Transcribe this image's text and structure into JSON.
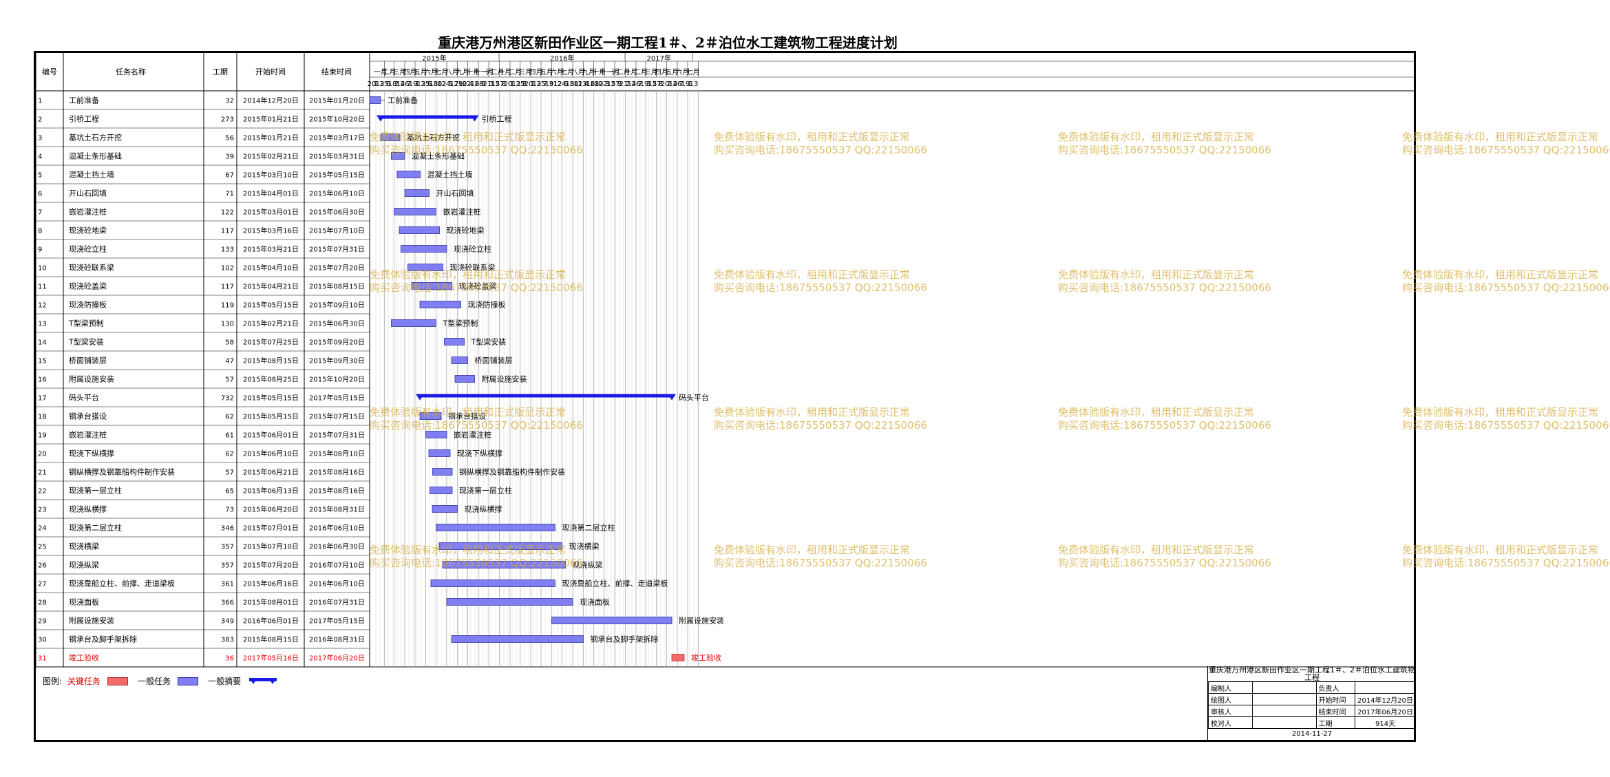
{
  "title": "重庆港万州港区新田作业区一期工程1＃、2＃泊位水工建筑物工程进度计划",
  "columns": {
    "id": "编号",
    "name": "任务名称",
    "duration": "工期",
    "start": "开始时间",
    "end": "结束时间"
  },
  "timeline": {
    "years": [
      "2015年",
      "2016年",
      "2017年"
    ],
    "months": [
      "一月",
      "二月",
      "三月",
      "四月",
      "五月",
      "六月",
      "七月",
      "八月",
      "九月",
      "十月",
      "十一月",
      "十二月",
      "一月",
      "二月",
      "三月",
      "四月",
      "五月",
      "六月",
      "七月",
      "八月",
      "九月",
      "十月",
      "十一月",
      "十二月",
      "一月",
      "二月",
      "三月",
      "四月",
      "五月",
      "六月",
      "七月"
    ],
    "days": [
      "20",
      "1",
      "13",
      "25",
      "6",
      "18",
      "2",
      "14",
      "26",
      "7",
      "19",
      "1",
      "13",
      "25",
      "6",
      "18",
      "30",
      "12",
      "24",
      "5",
      "17",
      "29",
      "10",
      "22",
      "4",
      "16",
      "28",
      "9",
      "21",
      "3",
      "15",
      "27",
      "8",
      "20",
      "1",
      "13",
      "25",
      "8",
      "20",
      "1",
      "13",
      "25",
      "7",
      "19",
      "31",
      "12",
      "24",
      "6",
      "18",
      "30",
      "11",
      "23",
      "4",
      "16",
      "28",
      "10",
      "22",
      "3",
      "15",
      "27",
      "9",
      "21",
      "2",
      "14",
      "26",
      "7",
      "19",
      "3",
      "15",
      "27",
      "8",
      "20",
      "2",
      "14",
      "26",
      "7",
      "19",
      "1",
      "13"
    ]
  },
  "tasks": [
    {
      "id": "1",
      "name": "工前准备",
      "duration": "32",
      "start": "2014年12月20日",
      "end": "2015年01月20日",
      "type": "normal"
    },
    {
      "id": "2",
      "name": "引桥工程",
      "duration": "273",
      "start": "2015年01月21日",
      "end": "2015年10月20日",
      "type": "summary"
    },
    {
      "id": "3",
      "name": "基坑土石方开挖",
      "duration": "56",
      "start": "2015年01月21日",
      "end": "2015年03月17日",
      "type": "normal"
    },
    {
      "id": "4",
      "name": "混凝土条形基础",
      "duration": "39",
      "start": "2015年02月21日",
      "end": "2015年03月31日",
      "type": "normal"
    },
    {
      "id": "5",
      "name": "混凝土挡土墙",
      "duration": "67",
      "start": "2015年03月10日",
      "end": "2015年05月15日",
      "type": "normal"
    },
    {
      "id": "6",
      "name": "开山石回填",
      "duration": "71",
      "start": "2015年04月01日",
      "end": "2015年06月10日",
      "type": "normal"
    },
    {
      "id": "7",
      "name": "嵌岩灌注桩",
      "duration": "122",
      "start": "2015年03月01日",
      "end": "2015年06月30日",
      "type": "normal"
    },
    {
      "id": "8",
      "name": "现浇砼地梁",
      "duration": "117",
      "start": "2015年03月16日",
      "end": "2015年07月10日",
      "type": "normal"
    },
    {
      "id": "9",
      "name": "现浇砼立柱",
      "duration": "133",
      "start": "2015年03月21日",
      "end": "2015年07月31日",
      "type": "normal"
    },
    {
      "id": "10",
      "name": "现浇砼联系梁",
      "duration": "102",
      "start": "2015年04月10日",
      "end": "2015年07月20日",
      "type": "normal"
    },
    {
      "id": "11",
      "name": "现浇砼盖梁",
      "duration": "117",
      "start": "2015年04月21日",
      "end": "2015年08月15日",
      "type": "normal"
    },
    {
      "id": "12",
      "name": "现浇防撞板",
      "duration": "119",
      "start": "2015年05月15日",
      "end": "2015年09月10日",
      "type": "normal"
    },
    {
      "id": "13",
      "name": "T型梁预制",
      "duration": "130",
      "start": "2015年02月21日",
      "end": "2015年06月30日",
      "type": "normal"
    },
    {
      "id": "14",
      "name": "T型梁安装",
      "duration": "58",
      "start": "2015年07月25日",
      "end": "2015年09月20日",
      "type": "normal"
    },
    {
      "id": "15",
      "name": "桥面铺装层",
      "duration": "47",
      "start": "2015年08月15日",
      "end": "2015年09月30日",
      "type": "normal"
    },
    {
      "id": "16",
      "name": "附属设施安装",
      "duration": "57",
      "start": "2015年08月25日",
      "end": "2015年10月20日",
      "type": "normal"
    },
    {
      "id": "17",
      "name": "码头平台",
      "duration": "732",
      "start": "2015年05月15日",
      "end": "2017年05月15日",
      "type": "summary"
    },
    {
      "id": "18",
      "name": "钢承台搭设",
      "duration": "62",
      "start": "2015年05月15日",
      "end": "2015年07月15日",
      "type": "normal"
    },
    {
      "id": "19",
      "name": "嵌岩灌注桩",
      "duration": "61",
      "start": "2015年06月01日",
      "end": "2015年07月31日",
      "type": "normal"
    },
    {
      "id": "20",
      "name": "现浇下纵横撑",
      "duration": "62",
      "start": "2015年06月10日",
      "end": "2015年08月10日",
      "type": "normal"
    },
    {
      "id": "21",
      "name": "钢纵横撑及钢靠船构件制作安装",
      "duration": "57",
      "start": "2015年06月21日",
      "end": "2015年08月16日",
      "type": "normal"
    },
    {
      "id": "22",
      "name": "现浇第一层立柱",
      "duration": "65",
      "start": "2015年06月13日",
      "end": "2015年08月16日",
      "type": "normal"
    },
    {
      "id": "23",
      "name": "现浇纵横撑",
      "duration": "73",
      "start": "2015年06月20日",
      "end": "2015年08月31日",
      "type": "normal"
    },
    {
      "id": "24",
      "name": "现浇第二层立柱",
      "duration": "346",
      "start": "2015年07月01日",
      "end": "2016年06月10日",
      "type": "normal"
    },
    {
      "id": "25",
      "name": "现浇横梁",
      "duration": "357",
      "start": "2015年07月10日",
      "end": "2016年06月30日",
      "type": "normal"
    },
    {
      "id": "26",
      "name": "现浇纵梁",
      "duration": "357",
      "start": "2015年07月20日",
      "end": "2016年07月10日",
      "type": "normal"
    },
    {
      "id": "27",
      "name": "现浇靠船立柱、前撑、走道梁板",
      "duration": "361",
      "start": "2015年06月16日",
      "end": "2016年06月10日",
      "type": "normal"
    },
    {
      "id": "28",
      "name": "现浇面板",
      "duration": "366",
      "start": "2015年08月01日",
      "end": "2016年07月31日",
      "type": "normal"
    },
    {
      "id": "29",
      "name": "附属设施安装",
      "duration": "349",
      "start": "2016年06月01日",
      "end": "2017年05月15日",
      "type": "normal"
    },
    {
      "id": "30",
      "name": "钢承台及脚手架拆除",
      "duration": "383",
      "start": "2015年08月15日",
      "end": "2016年08月31日",
      "type": "normal"
    },
    {
      "id": "31",
      "name": "竣工验收",
      "duration": "36",
      "start": "2017年05月16日",
      "end": "2017年06月20日",
      "type": "critical"
    }
  ],
  "legend": {
    "label": "图例:",
    "critical": "关键任务",
    "normal": "一般任务",
    "summary": "一般摘要"
  },
  "info": {
    "title": "重庆港万州港区新田作业区一期工程1＃、2＃泊位水工建筑物工程",
    "labels": {
      "compiler": "编制人",
      "drafter": "绘图人",
      "reviewer": "审核人",
      "proofreader": "校对人",
      "manager": "负责人",
      "start": "开始时间",
      "end": "结束时间",
      "duration": "工期"
    },
    "start": "2014年12月20日",
    "end": "2017年06月20日",
    "duration": "914天",
    "date": "2014-11-27"
  },
  "watermark": {
    "line1": "免费体验版有水印，租用和正式版显示正常",
    "line2": "购买咨询电话:18675550537 QQ:22150066"
  },
  "colors": {
    "normal_bar": "#7f7ff2",
    "normal_border": "#3030a0",
    "summary_bar": "#1a1ae6",
    "critical_bar": "#f26b6b",
    "critical_text": "#e00000",
    "watermark": "#d6aa3c"
  },
  "chart_data": {
    "type": "gantt",
    "title": "重庆港万州港区新田作业区一期工程1＃、2＃泊位水工建筑物工程进度计划",
    "x_range": [
      "2014-12-20",
      "2017-07-15"
    ],
    "series": [
      {
        "task": "工前准备",
        "start": "2014-12-20",
        "end": "2015-01-20",
        "kind": "normal"
      },
      {
        "task": "引桥工程",
        "start": "2015-01-21",
        "end": "2015-10-20",
        "kind": "summary"
      },
      {
        "task": "基坑土石方开挖",
        "start": "2015-01-21",
        "end": "2015-03-17",
        "kind": "normal"
      },
      {
        "task": "混凝土条形基础",
        "start": "2015-02-21",
        "end": "2015-03-31",
        "kind": "normal"
      },
      {
        "task": "混凝土挡土墙",
        "start": "2015-03-10",
        "end": "2015-05-15",
        "kind": "normal"
      },
      {
        "task": "开山石回填",
        "start": "2015-04-01",
        "end": "2015-06-10",
        "kind": "normal"
      },
      {
        "task": "嵌岩灌注桩",
        "start": "2015-03-01",
        "end": "2015-06-30",
        "kind": "normal"
      },
      {
        "task": "现浇砼地梁",
        "start": "2015-03-16",
        "end": "2015-07-10",
        "kind": "normal"
      },
      {
        "task": "现浇砼立柱",
        "start": "2015-03-21",
        "end": "2015-07-31",
        "kind": "normal"
      },
      {
        "task": "现浇砼联系梁",
        "start": "2015-04-10",
        "end": "2015-07-20",
        "kind": "normal"
      },
      {
        "task": "现浇砼盖梁",
        "start": "2015-04-21",
        "end": "2015-08-15",
        "kind": "normal"
      },
      {
        "task": "现浇防撞板",
        "start": "2015-05-15",
        "end": "2015-09-10",
        "kind": "normal"
      },
      {
        "task": "T型梁预制",
        "start": "2015-02-21",
        "end": "2015-06-30",
        "kind": "normal"
      },
      {
        "task": "T型梁安装",
        "start": "2015-07-25",
        "end": "2015-09-20",
        "kind": "normal"
      },
      {
        "task": "桥面铺装层",
        "start": "2015-08-15",
        "end": "2015-09-30",
        "kind": "normal"
      },
      {
        "task": "附属设施安装",
        "start": "2015-08-25",
        "end": "2015-10-20",
        "kind": "normal"
      },
      {
        "task": "码头平台",
        "start": "2015-05-15",
        "end": "2017-05-15",
        "kind": "summary"
      },
      {
        "task": "钢承台搭设",
        "start": "2015-05-15",
        "end": "2015-07-15",
        "kind": "normal"
      },
      {
        "task": "嵌岩灌注桩",
        "start": "2015-06-01",
        "end": "2015-07-31",
        "kind": "normal"
      },
      {
        "task": "现浇下纵横撑",
        "start": "2015-06-10",
        "end": "2015-08-10",
        "kind": "normal"
      },
      {
        "task": "钢纵横撑及钢靠船构件制作安装",
        "start": "2015-06-21",
        "end": "2015-08-16",
        "kind": "normal"
      },
      {
        "task": "现浇第一层立柱",
        "start": "2015-06-13",
        "end": "2015-08-16",
        "kind": "normal"
      },
      {
        "task": "现浇纵横撑",
        "start": "2015-06-20",
        "end": "2015-08-31",
        "kind": "normal"
      },
      {
        "task": "现浇第二层立柱",
        "start": "2015-07-01",
        "end": "2016-06-10",
        "kind": "normal"
      },
      {
        "task": "现浇横梁",
        "start": "2015-07-10",
        "end": "2016-06-30",
        "kind": "normal"
      },
      {
        "task": "现浇纵梁",
        "start": "2015-07-20",
        "end": "2016-07-10",
        "kind": "normal"
      },
      {
        "task": "现浇靠船立柱、前撑、走道梁板",
        "start": "2015-06-16",
        "end": "2016-06-10",
        "kind": "normal"
      },
      {
        "task": "现浇面板",
        "start": "2015-08-01",
        "end": "2016-07-31",
        "kind": "normal"
      },
      {
        "task": "附属设施安装",
        "start": "2016-06-01",
        "end": "2017-05-15",
        "kind": "normal"
      },
      {
        "task": "钢承台及脚手架拆除",
        "start": "2015-08-15",
        "end": "2016-08-31",
        "kind": "normal"
      },
      {
        "task": "竣工验收",
        "start": "2017-05-16",
        "end": "2017-06-20",
        "kind": "critical"
      }
    ]
  }
}
